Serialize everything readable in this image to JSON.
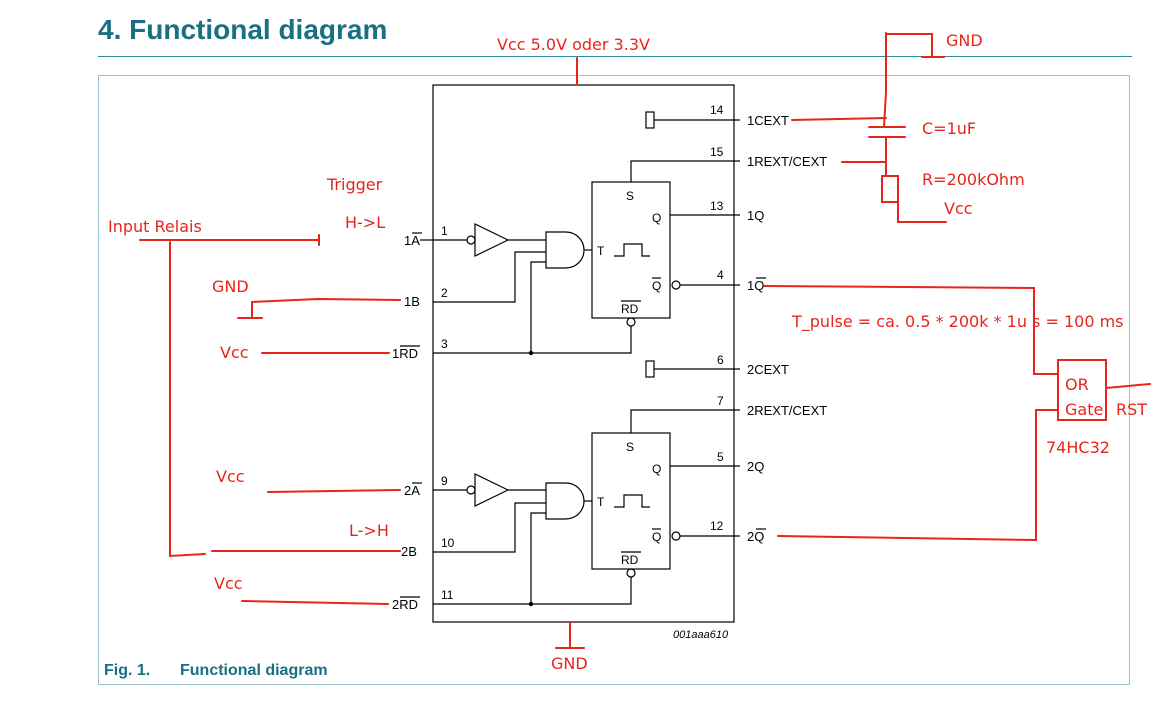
{
  "title": "4.  Functional diagram",
  "figure": {
    "label": "Fig. 1.",
    "caption": "Functional diagram",
    "code": "001aaa610"
  },
  "pins": [
    {
      "num": "14",
      "name": "1CEXT"
    },
    {
      "num": "15",
      "name": "1REXT/CEXT"
    },
    {
      "num": "13",
      "name": "1Q"
    },
    {
      "num": "4",
      "name": "1Q"
    },
    {
      "num": "6",
      "name": "2CEXT"
    },
    {
      "num": "7",
      "name": "2REXT/CEXT"
    },
    {
      "num": "5",
      "name": "2Q"
    },
    {
      "num": "12",
      "name": "2Q"
    },
    {
      "num": "1",
      "name": "1A"
    },
    {
      "num": "2",
      "name": "1B"
    },
    {
      "num": "3",
      "name": "1RD"
    },
    {
      "num": "9",
      "name": "2A"
    },
    {
      "num": "10",
      "name": "2B"
    },
    {
      "num": "11",
      "name": "2RD"
    }
  ],
  "flipflop": {
    "s": "S",
    "q": "Q",
    "qbar": "Q",
    "t": "T",
    "rd": "RD"
  },
  "annotations": {
    "vcc_top": "Vcc 5.0V oder 3.3V",
    "gnd_top": "GND",
    "capacitor": "C=1uF",
    "resistor": "R=200kOhm",
    "vcc_res": "Vcc",
    "trigger": "Trigger",
    "hl": "H->L",
    "input_relais": "Input Relais",
    "gnd_1b": "GND",
    "vcc_1rd": "Vcc",
    "tpulse": "T_pulse = ca. 0.5 * 200k * 1u s = 100 ms",
    "or_gate_1": "OR",
    "or_gate_2": "Gate",
    "rst": "RST",
    "ic": "74HC32",
    "vcc_2a": "Vcc",
    "lh": "L->H",
    "vcc_2rd": "Vcc",
    "gnd_bottom": "GND"
  }
}
